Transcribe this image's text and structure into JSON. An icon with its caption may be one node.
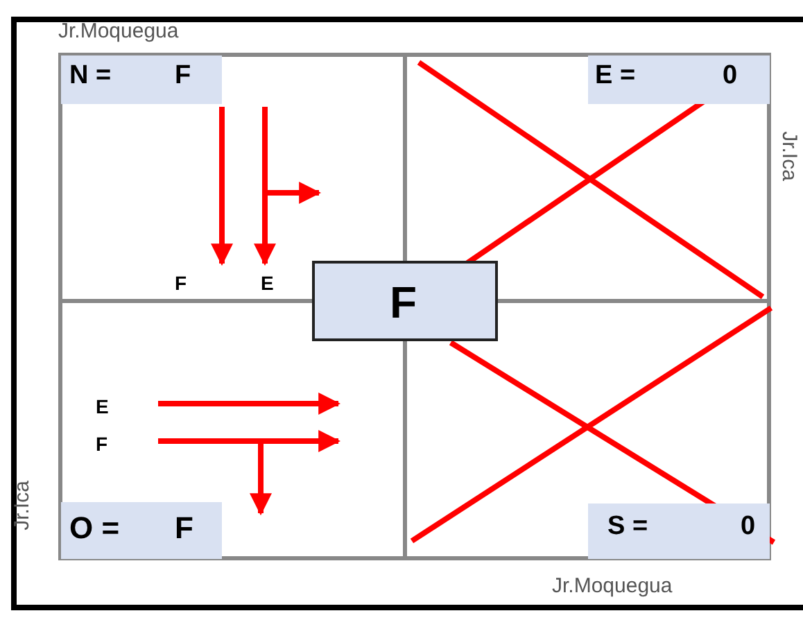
{
  "diagram": {
    "nodes": [
      {
        "text": [
          "N =",
          "F"
        ]
      },
      {
        "text": [
          "E =",
          "0"
        ]
      },
      {
        "text": [
          "F"
        ]
      },
      {
        "text": [
          "O =",
          "F"
        ]
      },
      {
        "text": [
          "S =",
          "0"
        ]
      }
    ],
    "labels": [
      "Jr.Moquegua",
      "Jr.Ica",
      "F",
      "E",
      "E",
      "F",
      "Jr.Ica",
      "Jr.Moquegua"
    ]
  }
}
